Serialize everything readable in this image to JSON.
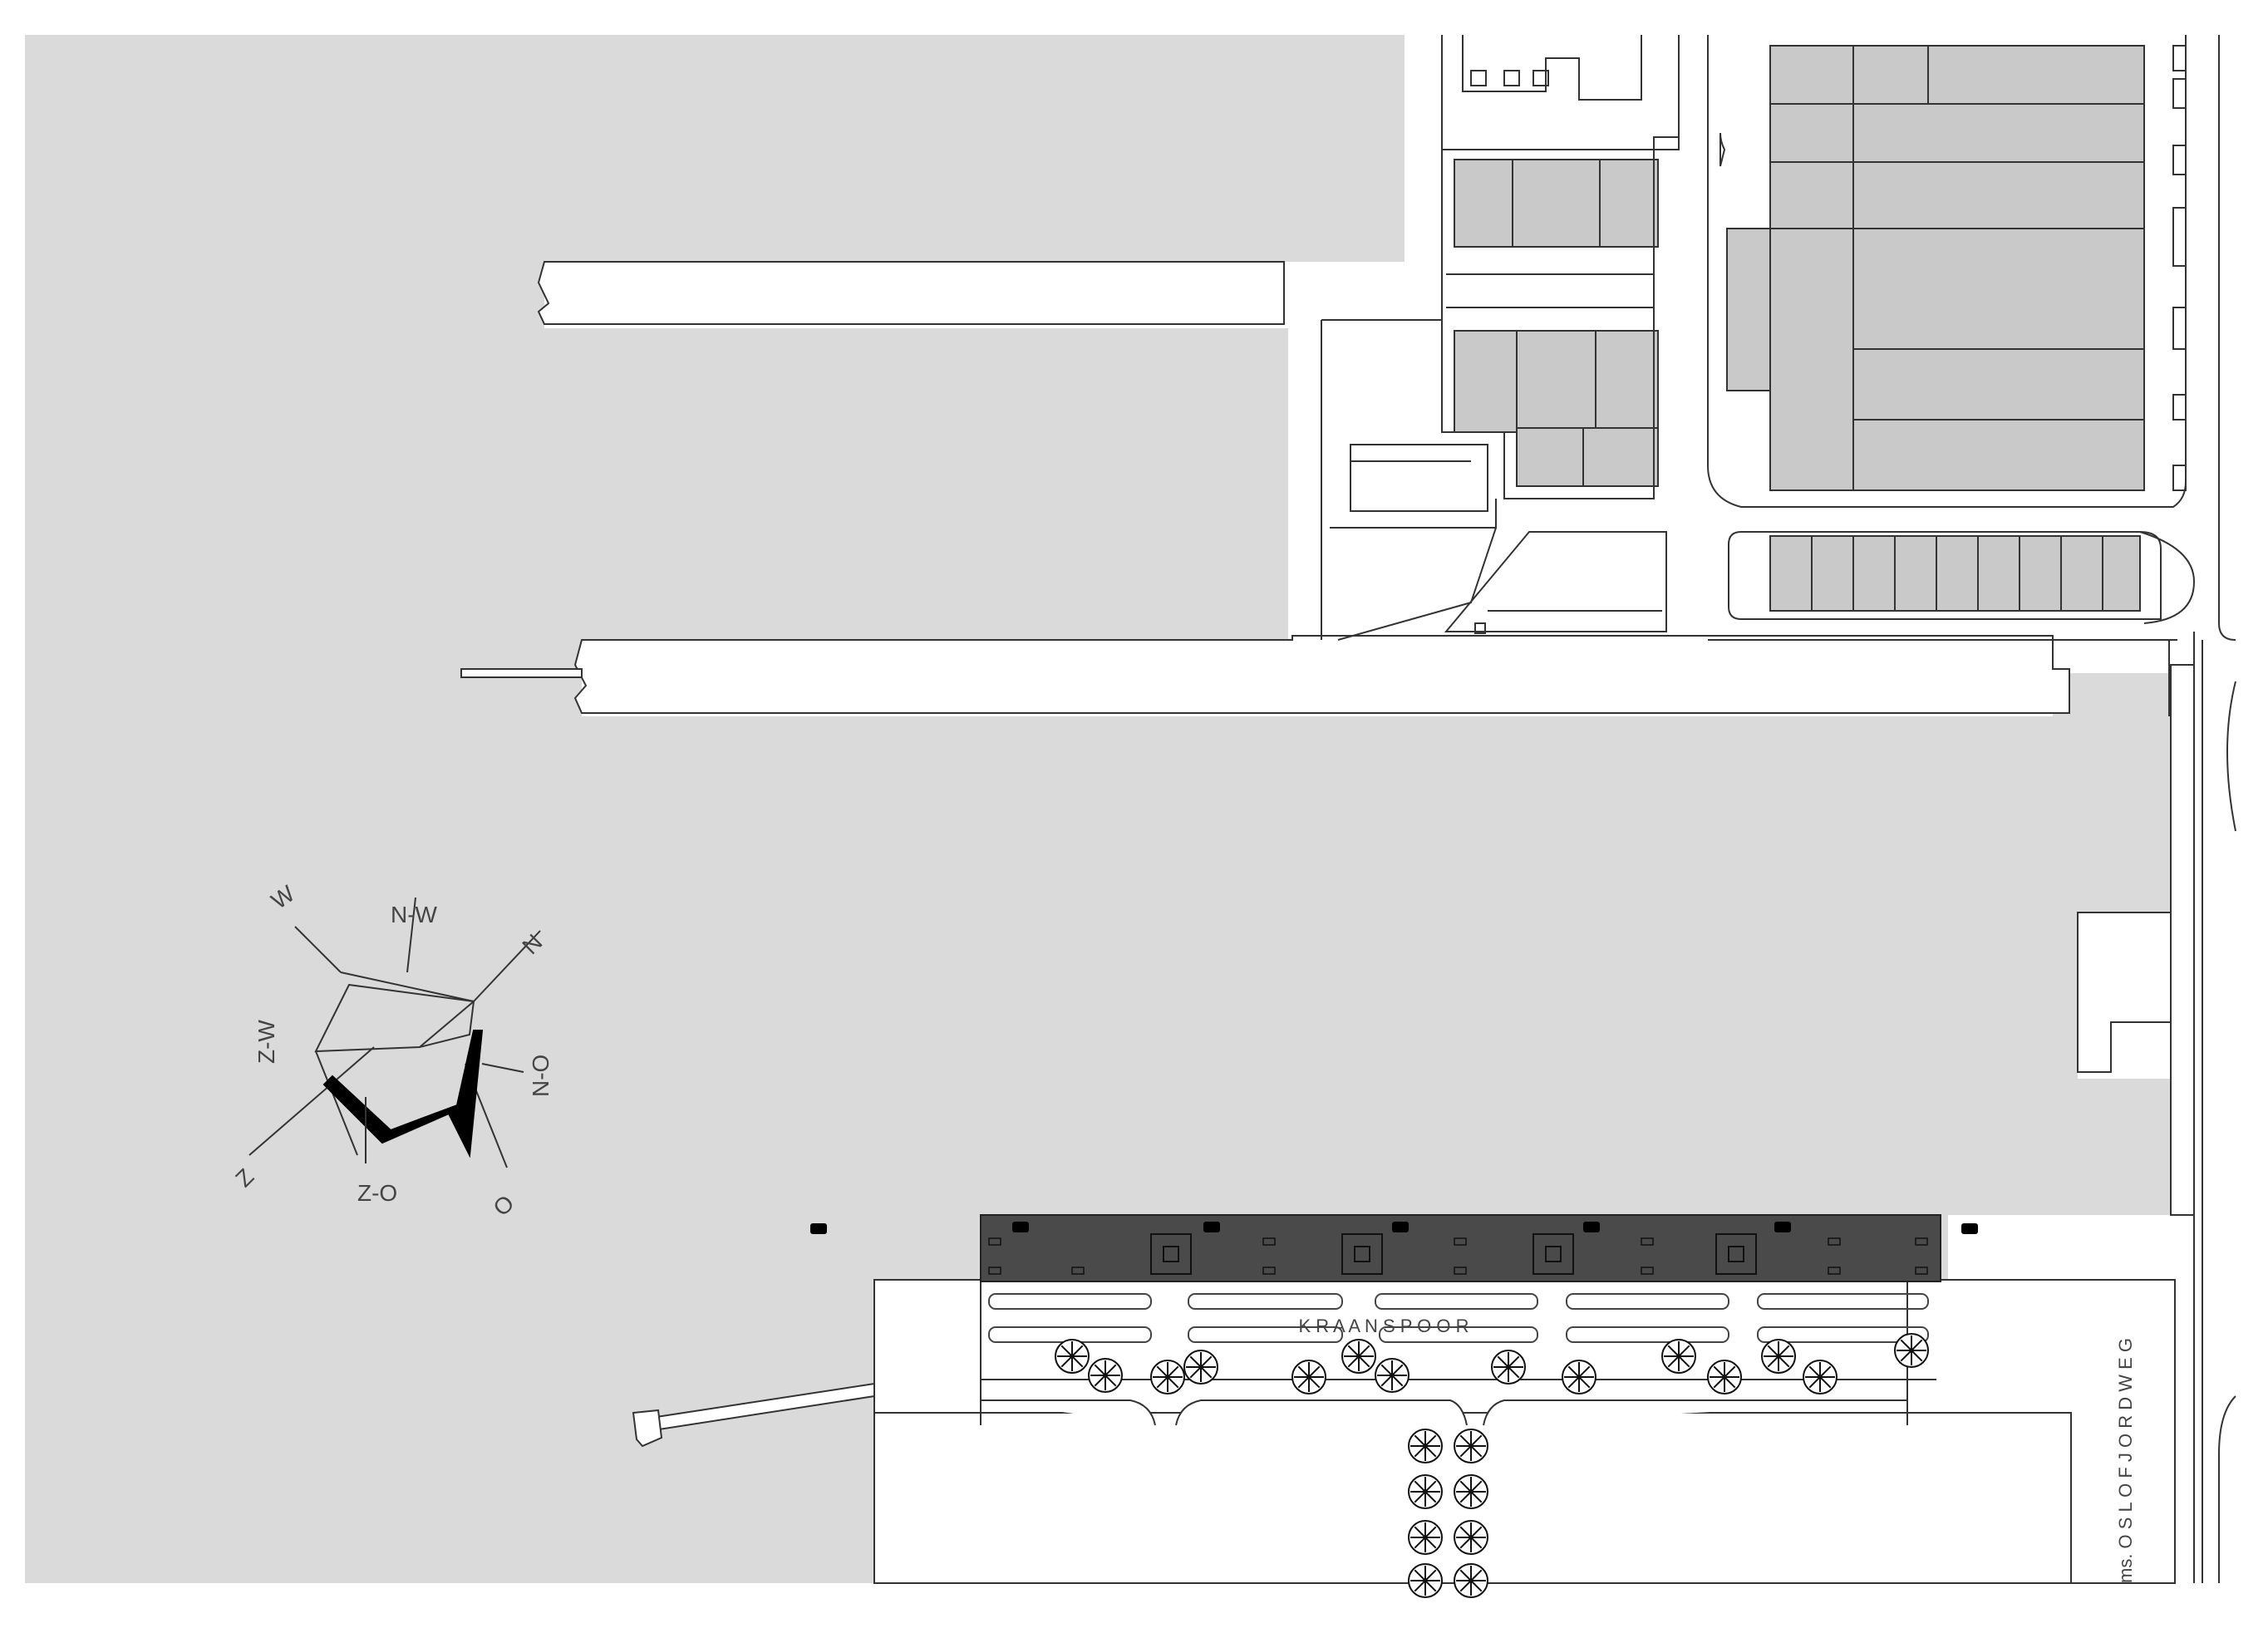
{
  "colors": {
    "water": "#dadada",
    "land": "#ffffff",
    "building": "#c9c9c9",
    "platform": "#4a4a4a",
    "line": "#333333",
    "marker": "#000000"
  },
  "labels": {
    "quay_label": "K R A A N S P O O R",
    "street_label": "ms. O S L O F J O R D W E G"
  },
  "compass": {
    "north": "N",
    "northeast": "N-O",
    "east": "O",
    "southeast": "Z-O",
    "south": "Z",
    "southwest": "Z-W",
    "west": "W",
    "northwest": "N-W"
  },
  "icons": {
    "tree": "tree-icon",
    "bollard": "bollard-icon",
    "crane_base": "crane-base-icon",
    "wind_rose": "wind-rose-icon"
  }
}
